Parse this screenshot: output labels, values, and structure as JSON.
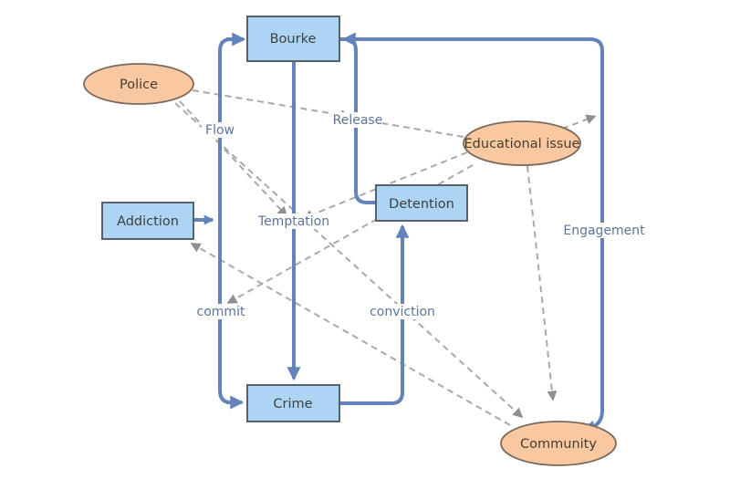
{
  "diagram": {
    "nodes": {
      "bourke": {
        "label": "Bourke",
        "shape": "rectangle"
      },
      "police": {
        "label": "Police",
        "shape": "ellipse"
      },
      "educational_issue": {
        "label": "Educational issue",
        "shape": "ellipse"
      },
      "addiction": {
        "label": "Addiction",
        "shape": "rectangle"
      },
      "detention": {
        "label": "Detention",
        "shape": "rectangle"
      },
      "crime": {
        "label": "Crime",
        "shape": "rectangle"
      },
      "community": {
        "label": "Community",
        "shape": "ellipse"
      }
    },
    "edge_labels": {
      "flow": "Flow",
      "release": "Release",
      "temptation": "Temptation",
      "engagement": "Engagement",
      "commit": "commit",
      "conviction": "conviction"
    },
    "colors": {
      "rect_fill": "#abd5f3",
      "rect_stroke": "#596069",
      "ellipse_fill": "#f9c8a1",
      "ellipse_stroke": "#7a695c",
      "solid_edge": "#6583bb",
      "dashed_edge": "#a9a9a9",
      "dashed_arrow": "#8f8f8f",
      "edge_label_text": "#5c7598",
      "node_label_text": "#3f3f3f"
    }
  }
}
